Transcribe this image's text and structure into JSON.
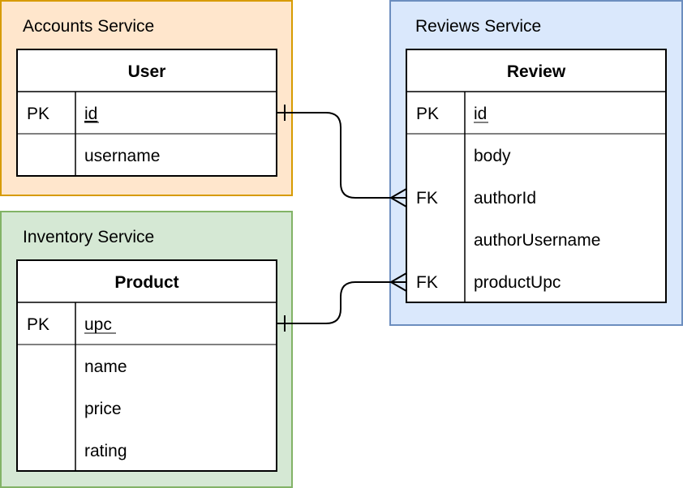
{
  "colors": {
    "accounts_fill": "#ffe6cc",
    "accounts_stroke": "#d79b00",
    "inventory_fill": "#d5e8d4",
    "inventory_stroke": "#82b366",
    "reviews_fill": "#dae8fc",
    "reviews_stroke": "#6c8ebf"
  },
  "accounts": {
    "title": "Accounts Service",
    "entity": "User",
    "rows": [
      {
        "key": "PK",
        "field": "id"
      },
      {
        "key": "",
        "field": "username"
      }
    ]
  },
  "inventory": {
    "title": "Inventory Service",
    "entity": "Product",
    "rows": [
      {
        "key": "PK",
        "field": "upc"
      },
      {
        "key": "",
        "field": "name"
      },
      {
        "key": "",
        "field": "price"
      },
      {
        "key": "",
        "field": "rating"
      }
    ]
  },
  "reviews": {
    "title": "Reviews Service",
    "entity": "Review",
    "rows": [
      {
        "key": "PK",
        "field": "id"
      },
      {
        "key": "",
        "field": "body"
      },
      {
        "key": "FK",
        "field": "authorId"
      },
      {
        "key": "",
        "field": "authorUsername"
      },
      {
        "key": "FK",
        "field": "productUpc"
      }
    ]
  },
  "relationships": [
    {
      "from": "User.id",
      "to": "Review.authorId",
      "type": "one-to-many"
    },
    {
      "from": "Product.upc",
      "to": "Review.productUpc",
      "type": "one-to-many"
    }
  ]
}
